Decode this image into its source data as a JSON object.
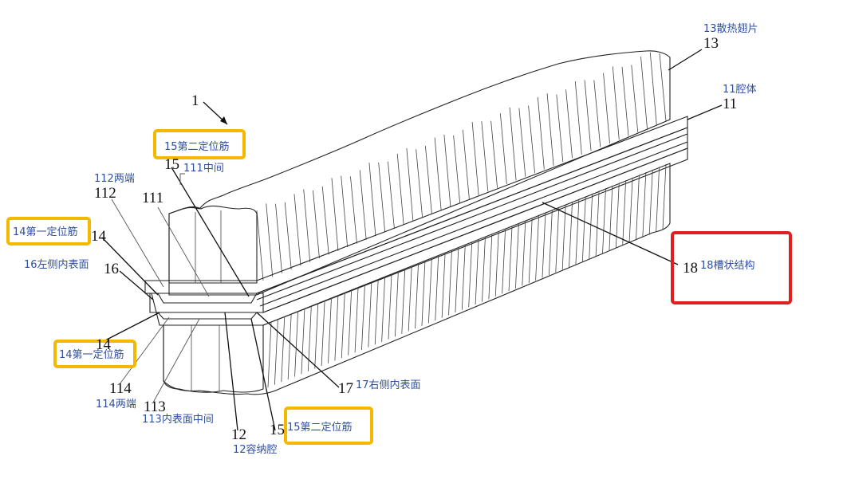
{
  "diagram": {
    "assembly_number": "1",
    "callouts": {
      "heat_fins": {
        "number": "13",
        "label": "13散热翅片"
      },
      "cavity": {
        "number": "11",
        "label": "11腔体"
      },
      "groove": {
        "number": "18",
        "label": "18槽状结构"
      },
      "second_rib_top": {
        "number": "15",
        "label": "15第二定位筋"
      },
      "middle": {
        "number": "111",
        "label": "111中间"
      },
      "ends": {
        "number": "112",
        "label": "112两端"
      },
      "first_rib_top": {
        "number": "14",
        "label": "14第一定位筋"
      },
      "left_inner_surface": {
        "number": "16",
        "label": "16左侧内表面"
      },
      "first_rib_bottom": {
        "number": "14",
        "label": "14第一定位筋"
      },
      "bottom_ends": {
        "number": "114",
        "label": "114两端"
      },
      "inner_middle": {
        "number": "113",
        "label": "113内表面中间"
      },
      "chamber": {
        "number": "12",
        "label": "12容纳腔"
      },
      "second_rib_bottom": {
        "number": "15",
        "label": "15第二定位筋"
      },
      "right_inner_surface": {
        "number": "17",
        "label": "17右侧内表面"
      }
    },
    "colors": {
      "highlight_yellow": "#f5b800",
      "highlight_red": "#e02020",
      "label_blue": "#2f4f9e",
      "line": "#222222"
    }
  }
}
